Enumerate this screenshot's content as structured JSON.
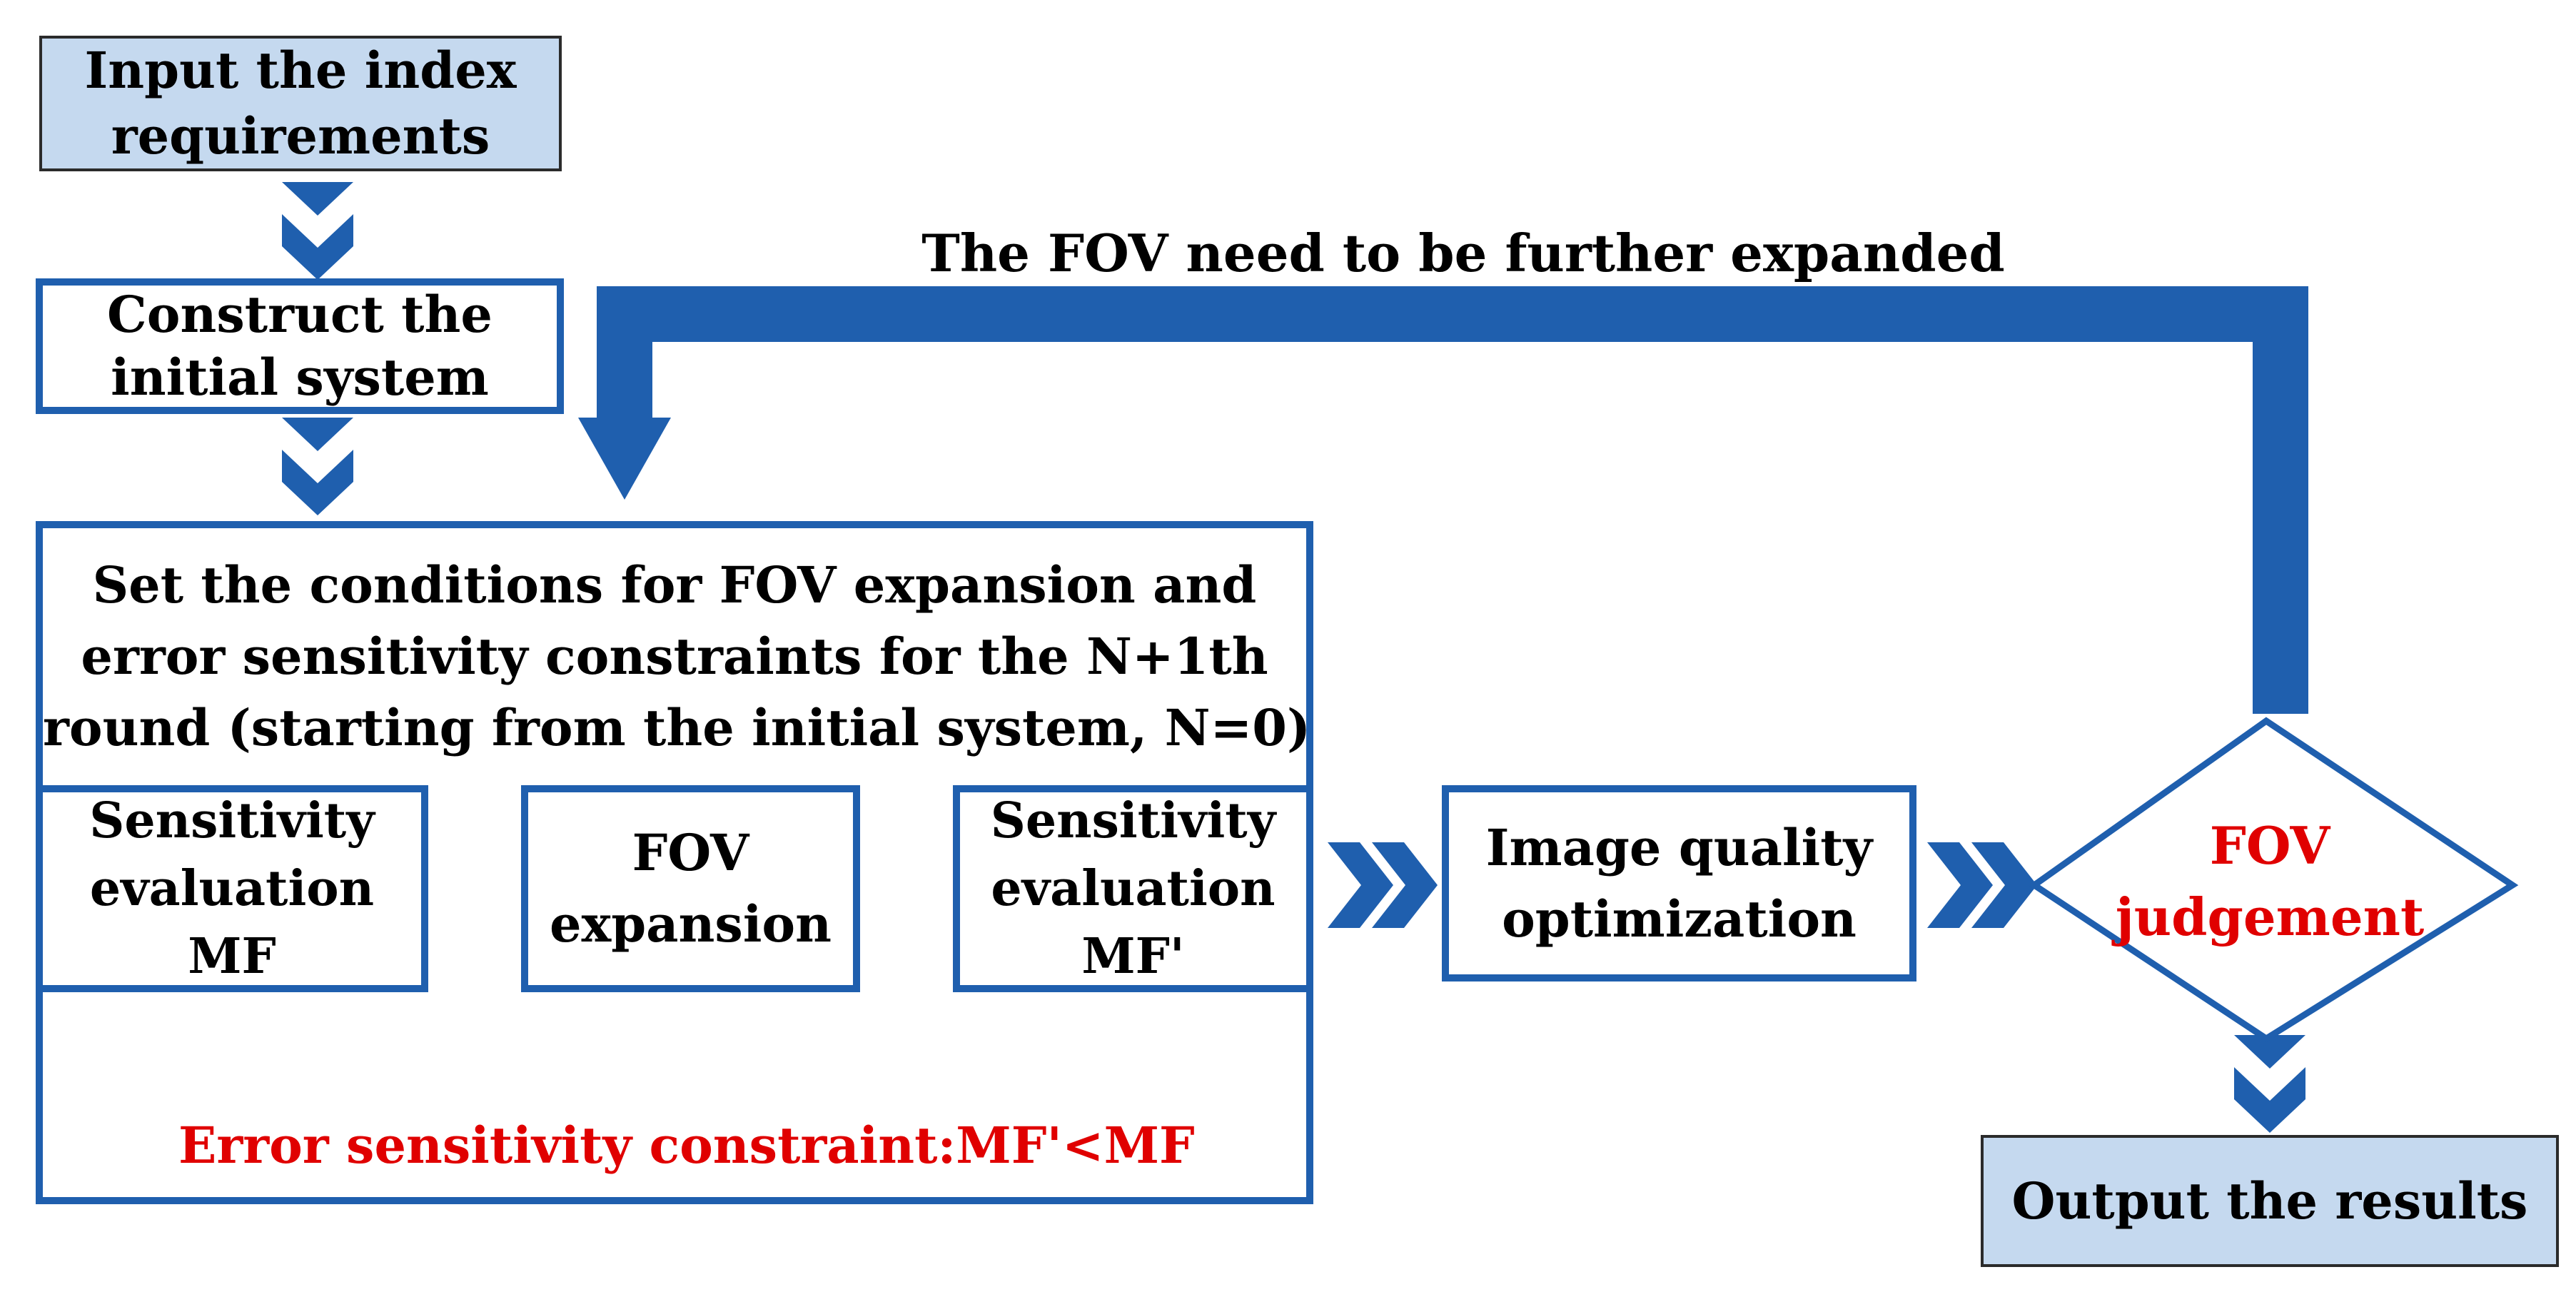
{
  "nodes": {
    "input": {
      "line1": "Input the index",
      "line2": "requirements"
    },
    "construct": {
      "line1": "Construct the",
      "line2": "initial system"
    },
    "conditions": {
      "line1": "Set the conditions for FOV expansion and",
      "line2": "error sensitivity constraints for the N+1th",
      "line3": "round (starting from the initial system, N=0)"
    },
    "sens_mf": {
      "line1": "Sensitivity",
      "line2": "evaluation",
      "line3": "MF"
    },
    "fov_exp": {
      "line1": "FOV",
      "line2": "expansion"
    },
    "sens_mf2": {
      "line1": "Sensitivity",
      "line2": "evaluation",
      "line3": "MF'"
    },
    "image_quality": {
      "line1": "Image quality",
      "line2": "optimization"
    },
    "fov_judge": {
      "line1": "FOV",
      "line2": "judgement"
    },
    "output": {
      "line1": "Output the results"
    }
  },
  "labels": {
    "feedback": "The FOV need to be further expanded",
    "constraint": "Error sensitivity constraint:MF'<MF"
  },
  "colors": {
    "accent_blue": "#1f5fae",
    "fill_blue": "#c5d9ef",
    "red_text": "#e00000"
  }
}
